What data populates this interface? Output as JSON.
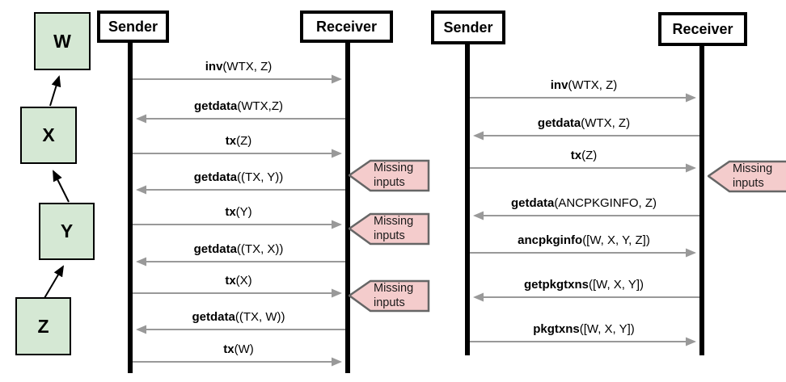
{
  "colors": {
    "node_fill": "#d5e8d4",
    "node_border": "#000000",
    "tag_fill": "#f4cccc",
    "tag_border": "#666666",
    "message_arrow": "#999999",
    "lifeline": "#000000"
  },
  "chain": {
    "nodes": [
      {
        "label": "W"
      },
      {
        "label": "X"
      },
      {
        "label": "Y"
      },
      {
        "label": "Z"
      }
    ]
  },
  "left_diagram": {
    "sender_label": "Sender",
    "receiver_label": "Receiver",
    "messages": [
      {
        "name": "inv",
        "args": "(WTX, Z)",
        "direction": "right"
      },
      {
        "name": "getdata",
        "args": "(WTX,Z)",
        "direction": "left"
      },
      {
        "name": "tx",
        "args": "(Z)",
        "direction": "right"
      },
      {
        "name": "getdata",
        "args": "((TX, Y))",
        "direction": "left"
      },
      {
        "name": "tx",
        "args": "(Y)",
        "direction": "right"
      },
      {
        "name": "getdata",
        "args": "((TX, X))",
        "direction": "left"
      },
      {
        "name": "tx",
        "args": "(X)",
        "direction": "right"
      },
      {
        "name": "getdata",
        "args": "((TX, W))",
        "direction": "left"
      },
      {
        "name": "tx",
        "args": "(W)",
        "direction": "right"
      }
    ],
    "annotations": [
      {
        "text": "Missing inputs"
      },
      {
        "text": "Missing inputs"
      },
      {
        "text": "Missing inputs"
      }
    ]
  },
  "right_diagram": {
    "sender_label": "Sender",
    "receiver_label": "Receiver",
    "messages": [
      {
        "name": "inv",
        "args": "(WTX, Z)",
        "direction": "right"
      },
      {
        "name": "getdata",
        "args": "(WTX, Z)",
        "direction": "left"
      },
      {
        "name": "tx",
        "args": "(Z)",
        "direction": "right"
      },
      {
        "name": "getdata",
        "args": "(ANCPKGINFO, Z)",
        "direction": "left"
      },
      {
        "name": "ancpkginfo",
        "args": "([W, X, Y, Z])",
        "direction": "right"
      },
      {
        "name": "getpkgtxns",
        "args": "([W, X, Y])",
        "direction": "left"
      },
      {
        "name": "pkgtxns",
        "args": "([W, X, Y])",
        "direction": "right"
      }
    ],
    "annotations": [
      {
        "text": "Missing inputs"
      }
    ]
  }
}
